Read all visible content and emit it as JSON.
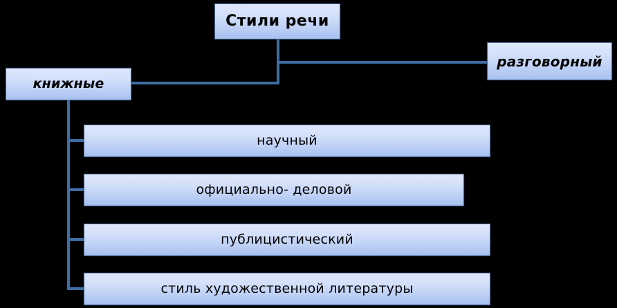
{
  "diagram": {
    "title_node": {
      "label": "Стили речи"
    },
    "branches": {
      "spoken": {
        "label": "разговорный"
      },
      "bookish": {
        "label": "книжные"
      }
    },
    "bookish_styles": [
      {
        "label": "научный"
      },
      {
        "label": "официально- деловой"
      },
      {
        "label": "публицистический"
      },
      {
        "label": "стиль художественной литературы"
      }
    ],
    "colors": {
      "background": "#000000",
      "box_fill_top": "#dfe8fb",
      "box_fill_bottom": "#a6c1ef",
      "box_border": "#44618f",
      "connector": "#3f6da4",
      "text": "#000000"
    }
  }
}
